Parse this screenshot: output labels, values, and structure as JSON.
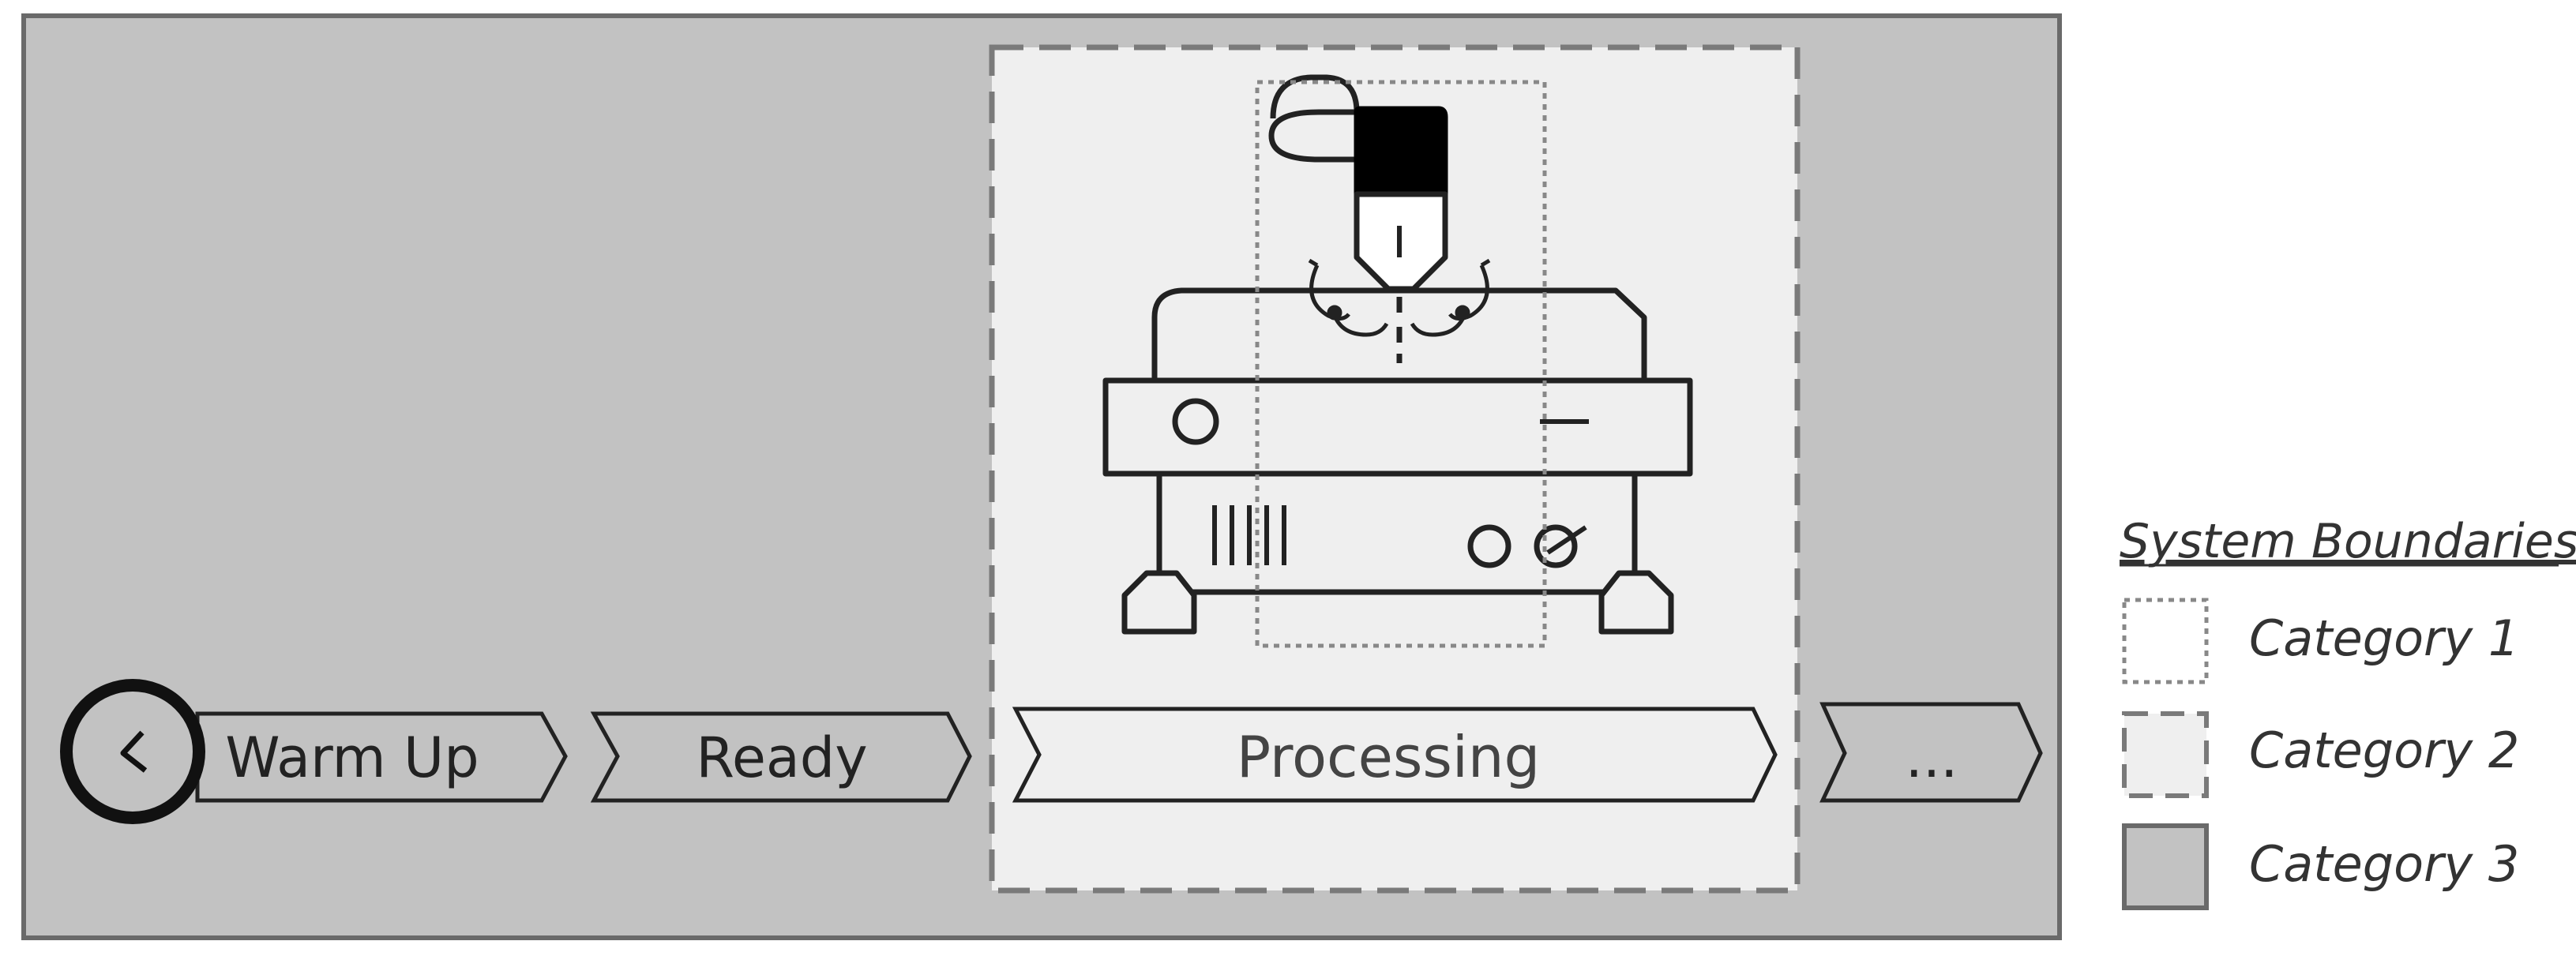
{
  "colors": {
    "category3_fill": "#c2c2c2",
    "category2_fill": "#efefef",
    "border": "#6a6a6a",
    "dash": "#7a7a7a",
    "dot": "#888888",
    "ink": "#222222"
  },
  "icons": {
    "timer": "clock-icon",
    "machine": "cnc-machine-icon"
  },
  "process": {
    "steps": [
      {
        "label": "Warm Up"
      },
      {
        "label": "Ready"
      },
      {
        "label": "Processing"
      },
      {
        "label": "..."
      }
    ]
  },
  "legend": {
    "title": "System Boundaries",
    "items": [
      {
        "label": "Category 1",
        "style": "dotted"
      },
      {
        "label": "Category 2",
        "style": "dashed"
      },
      {
        "label": "Category 3",
        "style": "solid"
      }
    ]
  }
}
